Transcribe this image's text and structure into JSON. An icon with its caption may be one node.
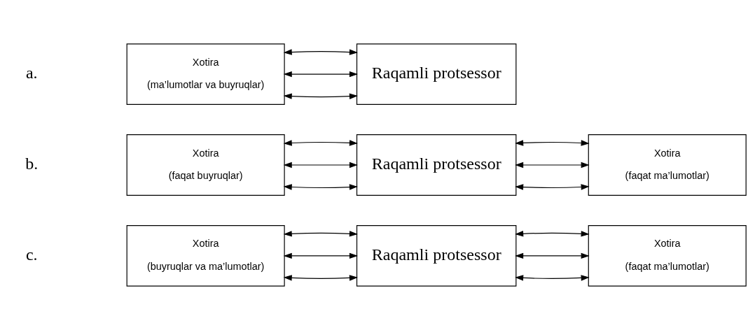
{
  "diagram": {
    "nodes": [
      {
        "text": [
          "Xotira",
          "(ma’lumotlar va buyruqlar)"
        ]
      },
      {
        "text": [
          "Raqamli protsessor"
        ]
      },
      {
        "text": [
          "Xotira",
          "(faqat buyruqlar)"
        ]
      },
      {
        "text": [
          "Raqamli protsessor"
        ]
      },
      {
        "text": [
          "Xotira",
          "(faqat ma’lumotlar)"
        ]
      },
      {
        "text": [
          "Xotira",
          "(buyruqlar va ma’lumotlar)"
        ]
      },
      {
        "text": [
          "Raqamli protsessor"
        ]
      },
      {
        "text": [
          "Xotira",
          "(faqat ma’lumotlar)"
        ]
      }
    ],
    "edges": [
      {
        "from": 0,
        "to": 1,
        "arrow": "both"
      },
      {
        "from": 0,
        "to": 1,
        "arrow": "both"
      },
      {
        "from": 0,
        "to": 1,
        "arrow": "both"
      },
      {
        "from": 2,
        "to": 3,
        "arrow": "both"
      },
      {
        "from": 2,
        "to": 3,
        "arrow": "both"
      },
      {
        "from": 2,
        "to": 3,
        "arrow": "both"
      },
      {
        "from": 3,
        "to": 4,
        "arrow": "both"
      },
      {
        "from": 3,
        "to": 4,
        "arrow": "both"
      },
      {
        "from": 3,
        "to": 4,
        "arrow": "both"
      },
      {
        "from": 5,
        "to": 6,
        "arrow": "both"
      },
      {
        "from": 5,
        "to": 6,
        "arrow": "both"
      },
      {
        "from": 5,
        "to": 6,
        "arrow": "both"
      },
      {
        "from": 6,
        "to": 7,
        "arrow": "both"
      },
      {
        "from": 6,
        "to": 7,
        "arrow": "both"
      },
      {
        "from": 6,
        "to": 7,
        "arrow": "both"
      }
    ],
    "labels": [
      "a.",
      "b.",
      "c."
    ]
  }
}
